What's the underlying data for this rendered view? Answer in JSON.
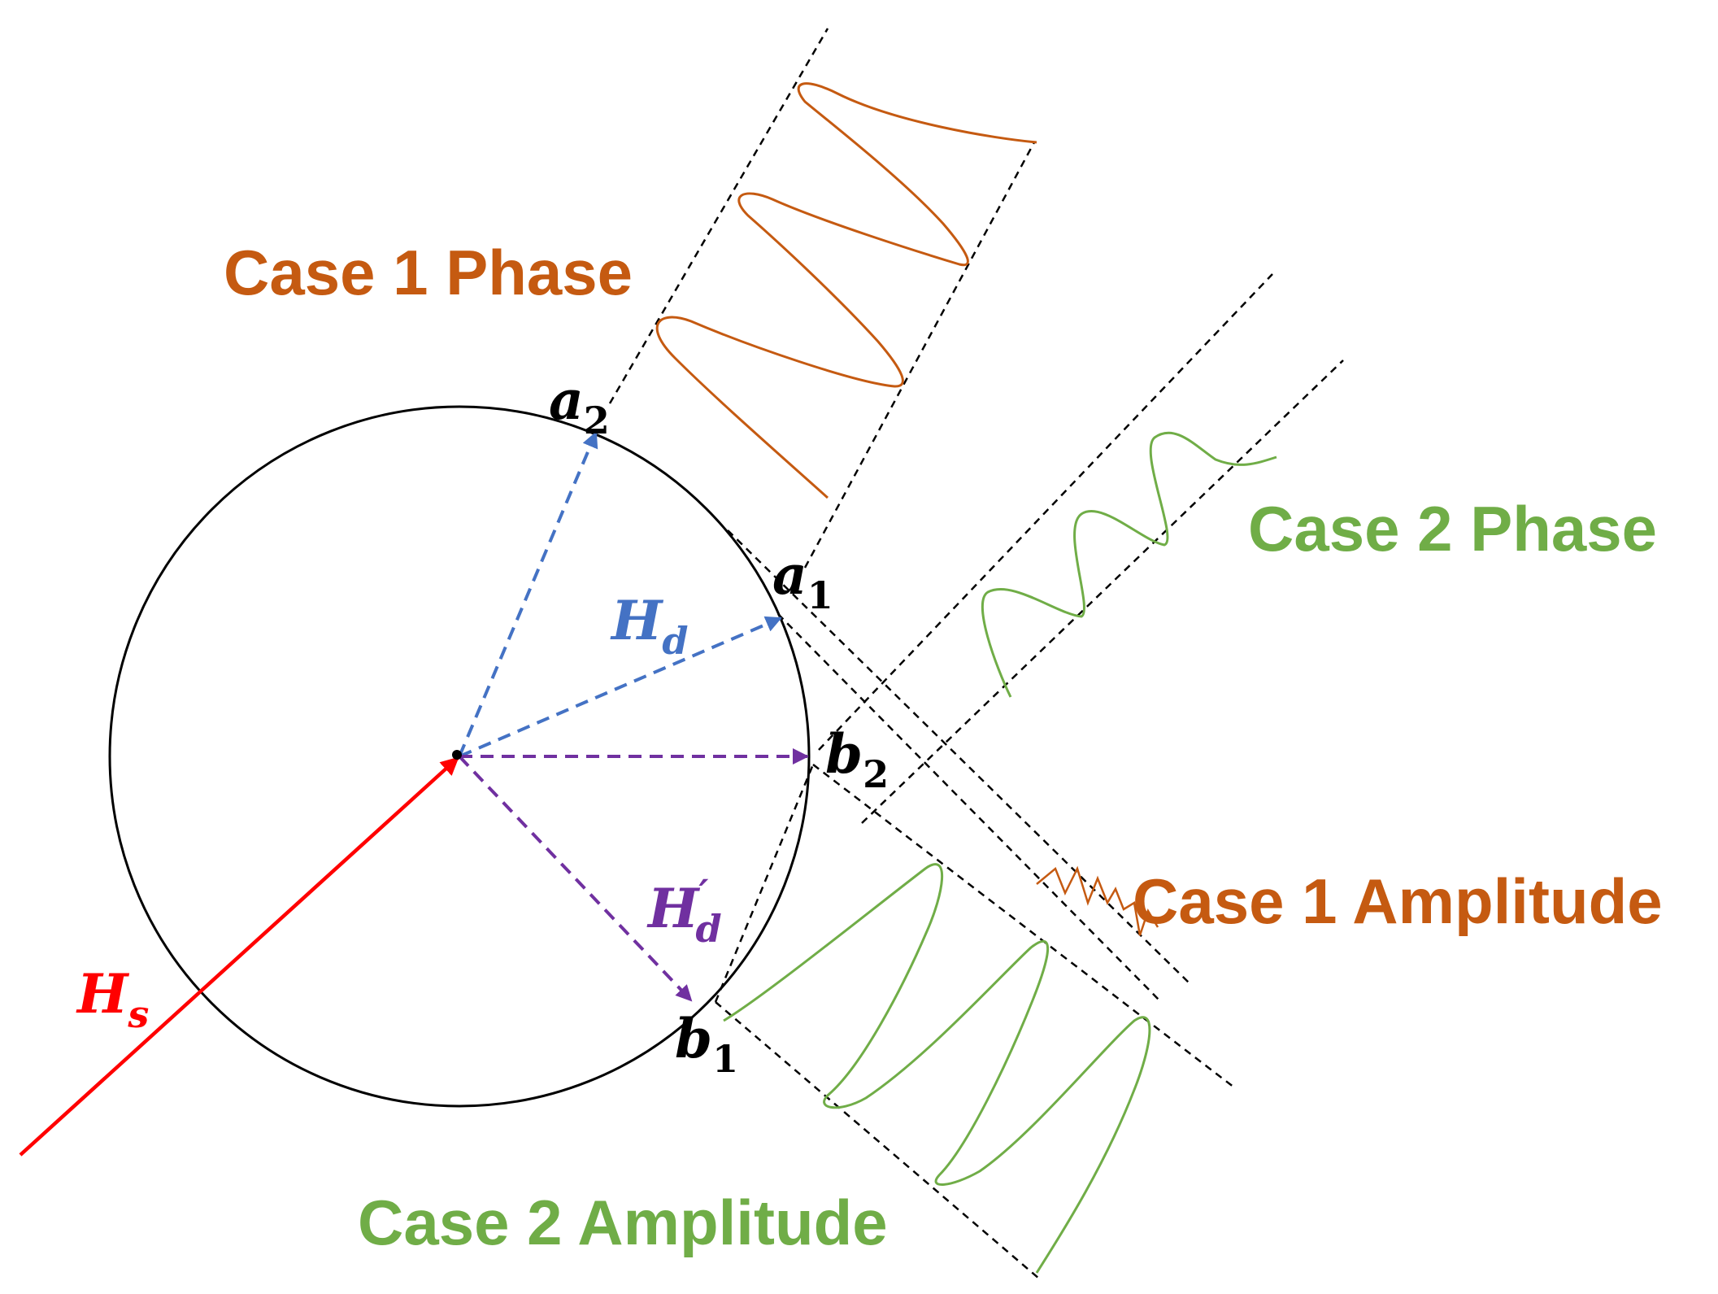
{
  "colors": {
    "orange": "#c55a11",
    "green": "#70ad47",
    "blue": "#4472c4",
    "purple": "#7030a0",
    "red": "#ff0000",
    "black": "#000000"
  },
  "labels": {
    "case1_phase": "Case 1 Phase",
    "case2_phase": "Case 2 Phase",
    "case1_amplitude": "Case 1 Amplitude",
    "case2_amplitude": "Case 2 Amplitude"
  },
  "points": {
    "a2": {
      "letter": "a",
      "sub": "2"
    },
    "a1": {
      "letter": "a",
      "sub": "1"
    },
    "b2": {
      "letter": "b",
      "sub": "2"
    },
    "b1": {
      "letter": "b",
      "sub": "1"
    }
  },
  "vectors": {
    "hd": {
      "letter": "H",
      "sub": "d"
    },
    "hd_prime": {
      "letter": "H",
      "prime": "′",
      "sub": "d"
    },
    "hs": {
      "letter": "H",
      "sub": "s"
    }
  }
}
